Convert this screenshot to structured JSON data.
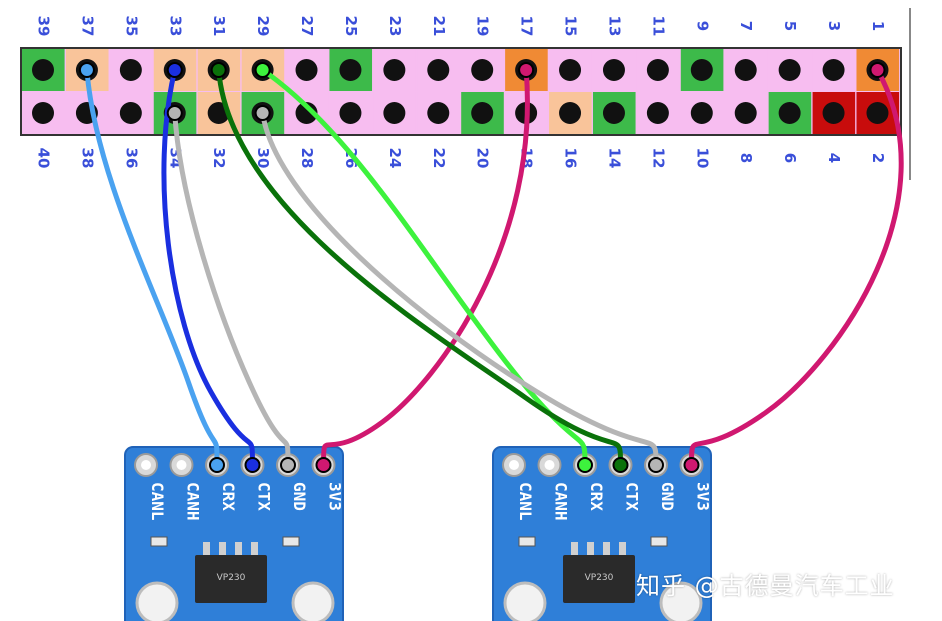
{
  "header": {
    "top_pins": [
      "39",
      "37",
      "35",
      "33",
      "31",
      "29",
      "27",
      "25",
      "23",
      "21",
      "19",
      "17",
      "15",
      "13",
      "11",
      "9",
      "7",
      "5",
      "3",
      "1"
    ],
    "bottom_pins": [
      "40",
      "38",
      "36",
      "34",
      "32",
      "30",
      "28",
      "26",
      "24",
      "22",
      "20",
      "18",
      "16",
      "14",
      "12",
      "10",
      "8",
      "6",
      "4",
      "2"
    ],
    "top_colors": [
      "#3dba4a",
      "#f9c49a",
      "#f7bdf0",
      "#f9c49a",
      "#f9c49a",
      "#f9c49a",
      "#f7bdf0",
      "#3dba4a",
      "#f7bdf0",
      "#f7bdf0",
      "#f7bdf0",
      "#f08a34",
      "#f7bdf0",
      "#f7bdf0",
      "#f7bdf0",
      "#3dba4a",
      "#f7bdf0",
      "#f7bdf0",
      "#f7bdf0",
      "#f08a34"
    ],
    "bottom_colors": [
      "#f7bdf0",
      "#f7bdf0",
      "#f7bdf0",
      "#3dba4a",
      "#f9c49a",
      "#3dba4a",
      "#f7bdf0",
      "#f7bdf0",
      "#f7bdf0",
      "#f7bdf0",
      "#3dba4a",
      "#f7bdf0",
      "#f9c49a",
      "#3dba4a",
      "#f7bdf0",
      "#f7bdf0",
      "#f7bdf0",
      "#3dba4a",
      "#c80c0c",
      "#c80c0c"
    ]
  },
  "modules": [
    {
      "pins": [
        "CANL",
        "CANH",
        "CRX",
        "CTX",
        "GND",
        "3V3"
      ],
      "chip": "VP230"
    },
    {
      "pins": [
        "CANL",
        "CANH",
        "CRX",
        "CTX",
        "GND",
        "3V3"
      ],
      "chip": "VP230"
    }
  ],
  "wires": [
    {
      "pin": "37",
      "module": 1,
      "signal": "CRX",
      "color": "#4aa2f0"
    },
    {
      "pin": "33",
      "module": 1,
      "signal": "CTX",
      "color": "#1a2fe0"
    },
    {
      "pin": "34",
      "module": 1,
      "signal": "GND",
      "color": "#b5b5b5"
    },
    {
      "pin": "17",
      "module": 1,
      "signal": "3V3",
      "color": "#d01870"
    },
    {
      "pin": "29",
      "module": 2,
      "signal": "CRX",
      "color": "#3df23d"
    },
    {
      "pin": "31",
      "module": 2,
      "signal": "CTX",
      "color": "#0a720a"
    },
    {
      "pin": "30",
      "module": 2,
      "signal": "GND",
      "color": "#b5b5b5"
    },
    {
      "pin": "1",
      "module": 2,
      "signal": "3V3",
      "color": "#d01870"
    }
  ],
  "colors": {
    "board": "#2f7fd8",
    "board_edge": "#1f62b8",
    "hole": "#111111"
  },
  "watermark": "知乎 @古德曼汽车工业"
}
